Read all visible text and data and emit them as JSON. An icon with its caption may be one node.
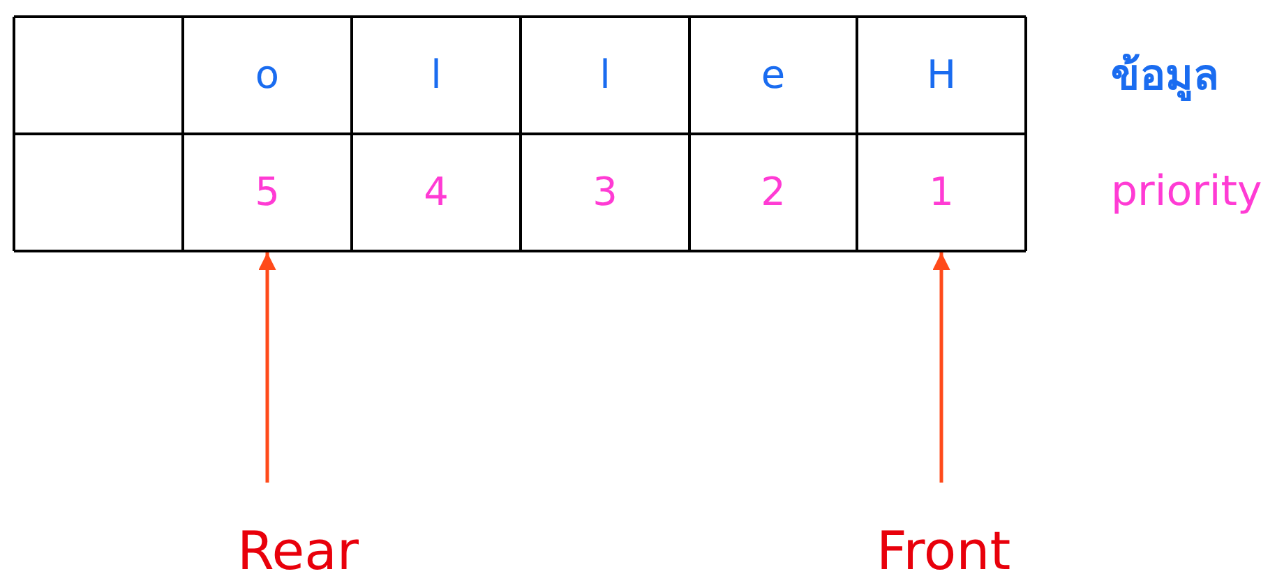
{
  "diagram": {
    "nodes": [
      {
        "text": [
          "Rear"
        ]
      },
      {
        "text": [
          "Front"
        ]
      },
      {
        "text": [
          "5"
        ]
      },
      {
        "text": [
          "1"
        ]
      }
    ],
    "edges": [
      {
        "from": 0,
        "to": 2,
        "arrow": "to",
        "color": "#ff4a1a"
      },
      {
        "from": 1,
        "to": 3,
        "arrow": "to",
        "color": "#ff4a1a"
      }
    ],
    "labels": [
      "o",
      "l",
      "l",
      "e",
      "H",
      "ข้อมูล",
      "4",
      "3",
      "2",
      "priority"
    ]
  }
}
